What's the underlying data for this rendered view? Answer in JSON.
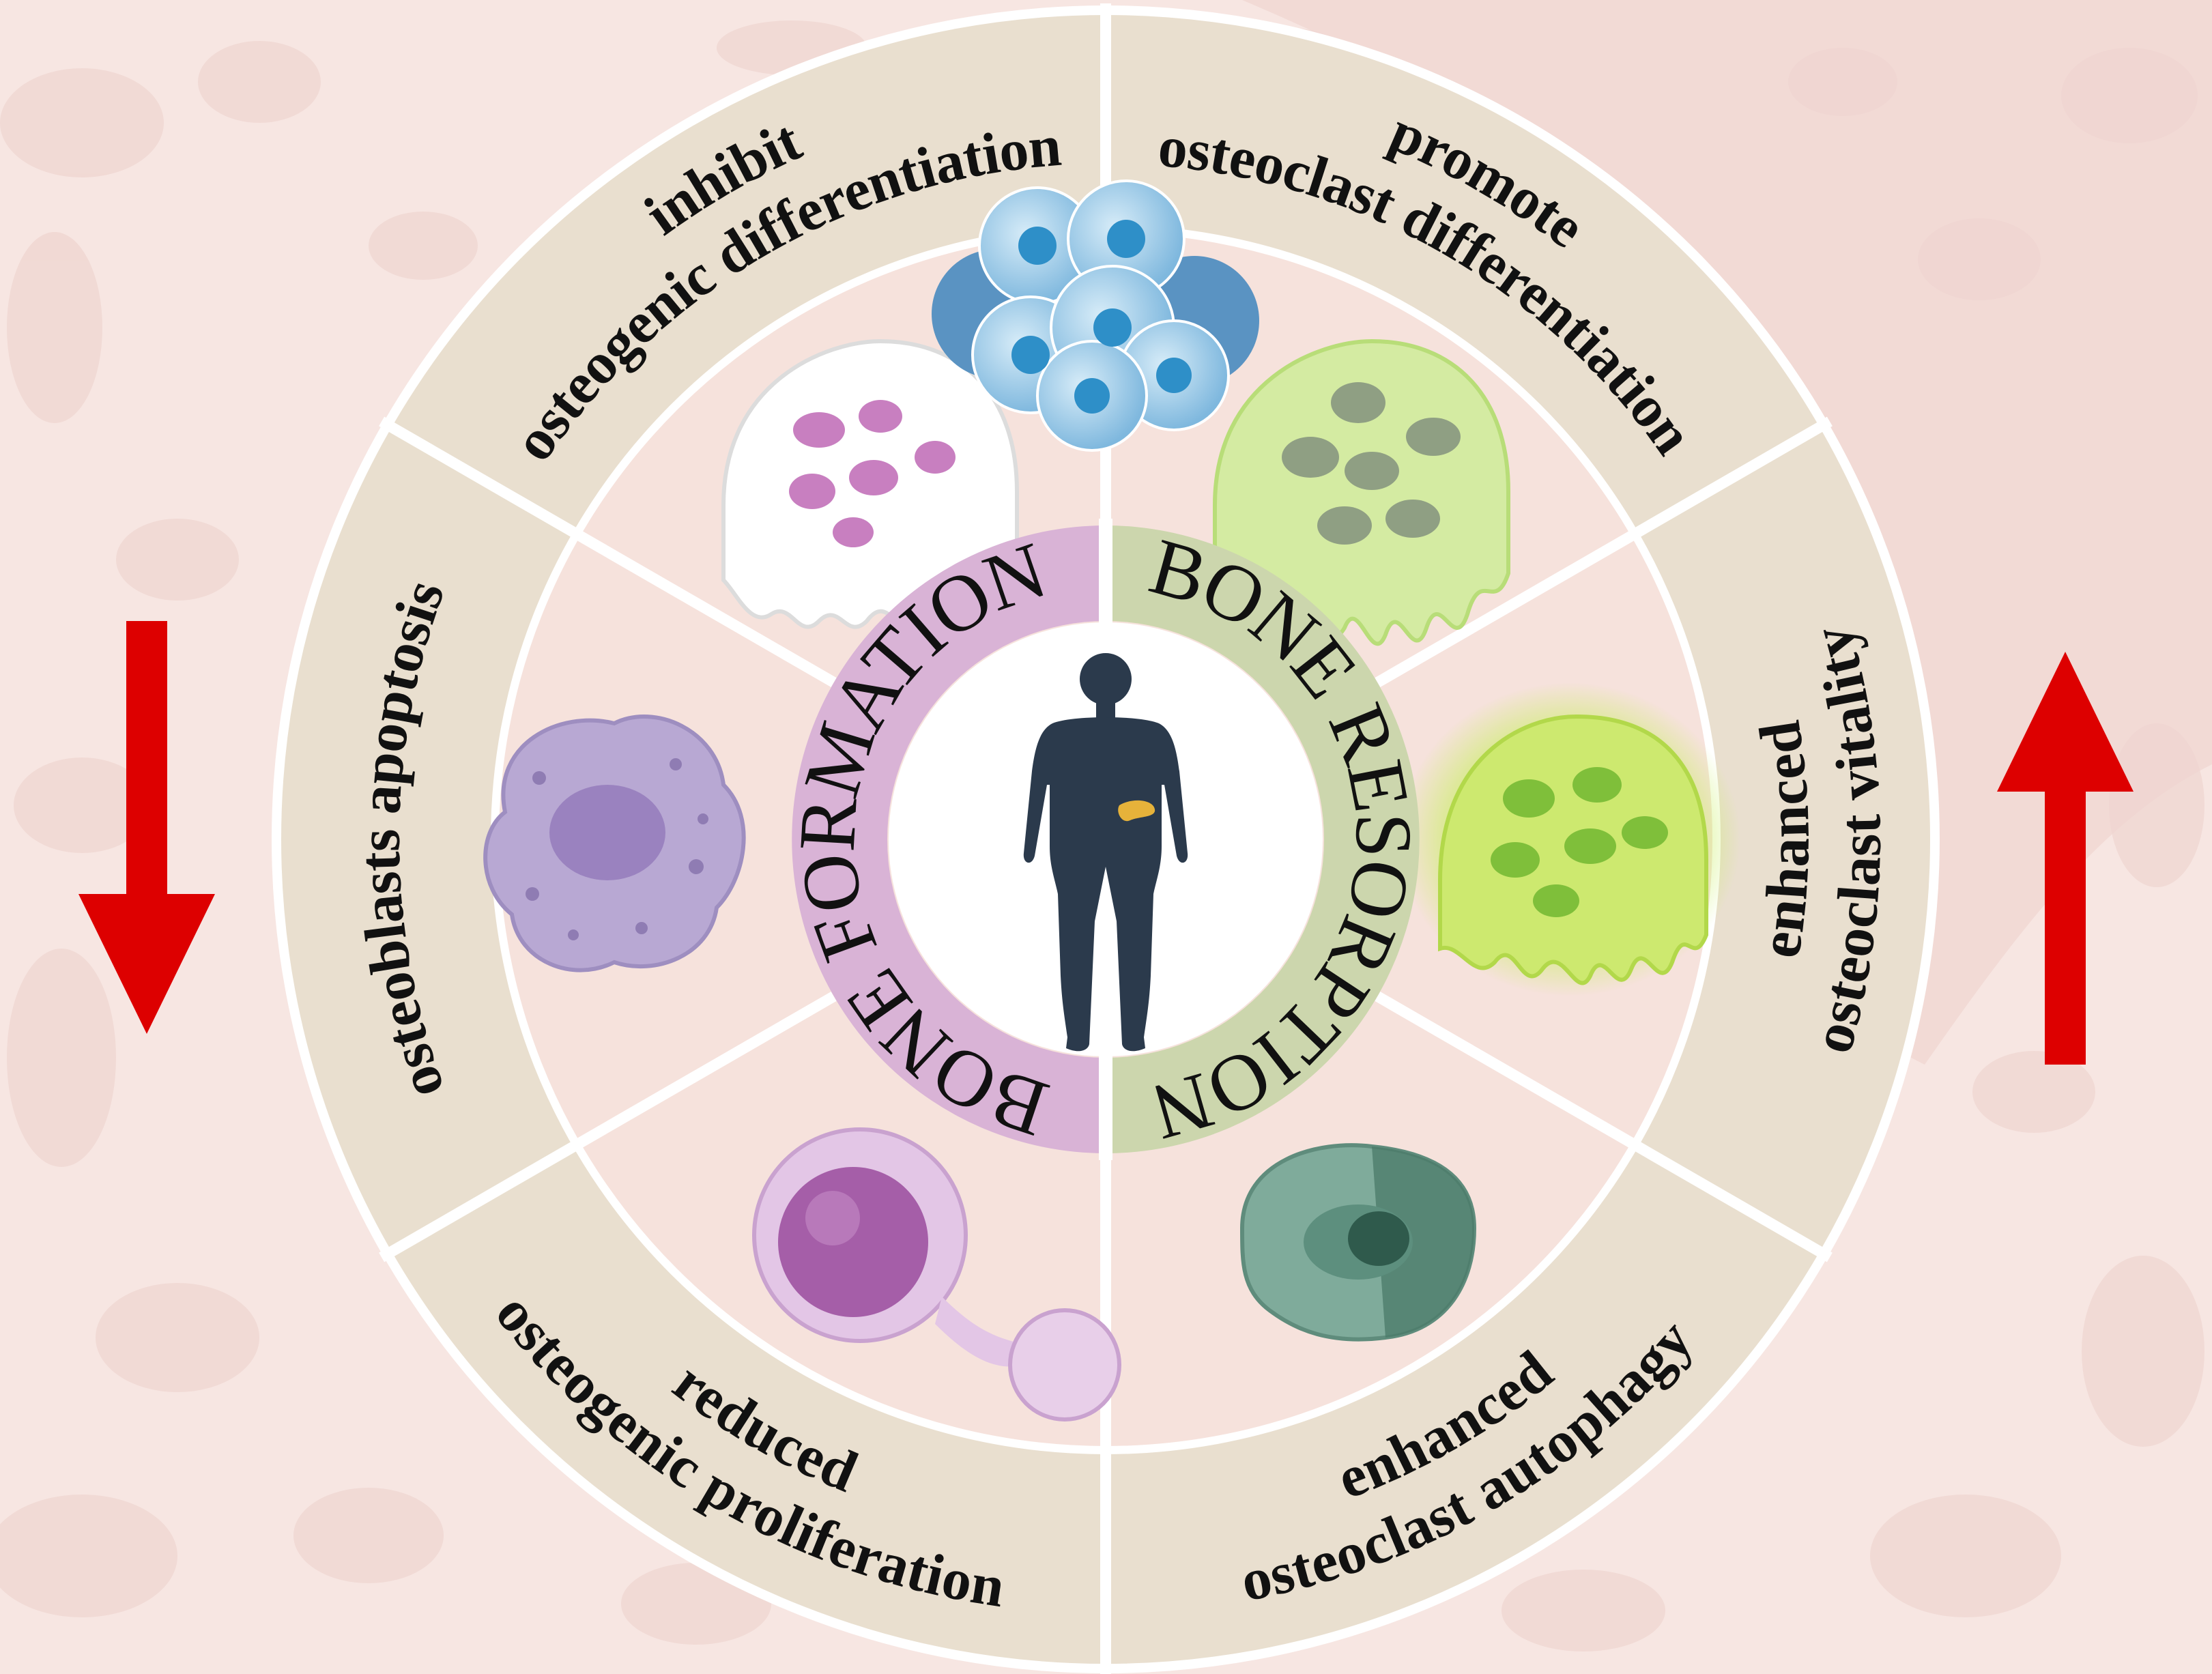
{
  "colors": {
    "background": "#f7e6e2",
    "cell_pattern": "#edcfca",
    "outer_band": "#e9dfcf",
    "inner_disc": "#f6e2dc",
    "divider": "#ffffff",
    "formation_ring": "#d9b3d6",
    "resorption_ring": "#ccd6ad",
    "arrow": "#dd0000",
    "human": "#2b3a4c",
    "pancreas": "#e6b23a"
  },
  "center": {
    "formation_label": "BONE FORMATION",
    "resorption_label": "BONE RESORPTION",
    "human_icon": "human-silhouette-icon"
  },
  "segments": [
    {
      "id": "inhibit-osteogenic-differentiation",
      "lines": [
        "inhibit",
        "osteogenic differentiation"
      ]
    },
    {
      "id": "promote-osteoclast-differentiation",
      "lines": [
        "promote",
        "osteoclast differentiation"
      ]
    },
    {
      "id": "enhanced-osteoclast-vitality",
      "lines": [
        "enhanced",
        "osteoclast  vitality"
      ]
    },
    {
      "id": "enhanced-osteoclast-autophagy",
      "lines": [
        "enhanced",
        "osteoclast autophagy"
      ]
    },
    {
      "id": "reduced-osteogenic-proliferation",
      "lines": [
        "reduced",
        "osteogenic proliferation"
      ]
    },
    {
      "id": "osteoblasts-apoptosis",
      "lines": [
        "osteoblasts  apoptosis"
      ]
    }
  ],
  "arrows": {
    "left": {
      "direction": "down",
      "icon": "down-arrow-icon"
    },
    "right": {
      "direction": "up",
      "icon": "up-arrow-icon"
    }
  },
  "cells": [
    {
      "icon": "white-osteoclast-cell-icon"
    },
    {
      "icon": "blue-cell-cluster-icon"
    },
    {
      "icon": "green-osteoclast-cell-icon"
    },
    {
      "icon": "glowing-osteoclast-cell-icon"
    },
    {
      "icon": "autophagic-cell-icon"
    },
    {
      "icon": "proliferating-cell-icon"
    },
    {
      "icon": "apoptotic-cell-icon"
    }
  ]
}
